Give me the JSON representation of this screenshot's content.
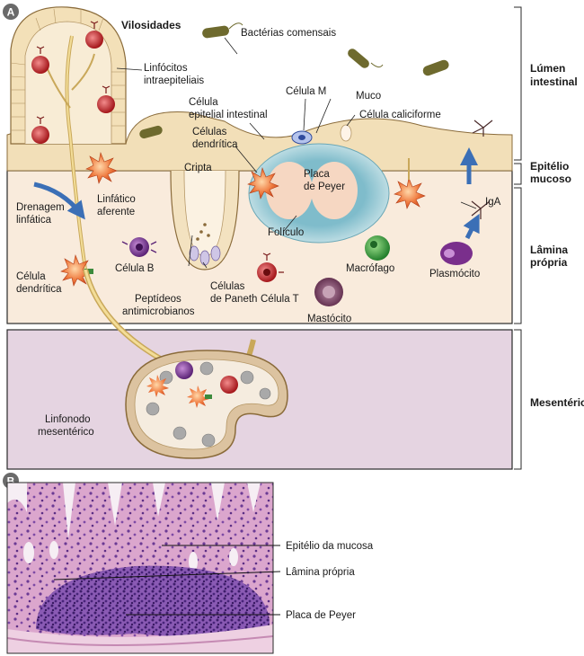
{
  "panel_a": {
    "tag": "A",
    "labels": {
      "villi": "Vilosidades",
      "commensal_bacteria": "Bactérias comensais",
      "intraepithelial_lymphocytes": [
        "Linfócitos",
        "intraepiteliais"
      ],
      "m_cell": "Célula M",
      "mucus": "Muco",
      "epithelial_cell": [
        "Célula",
        "epitelial intestinal"
      ],
      "goblet_cell": "Célula caliciforme",
      "dendritic_cell_top": [
        "Células",
        "dendrítica"
      ],
      "crypt": "Cripta",
      "peyers_patch": [
        "Placa",
        "de Peyer"
      ],
      "follicle": "Folículo",
      "lymph_drainage": [
        "Drenagem",
        "linfática"
      ],
      "afferent_lymphatic": [
        "Linfático",
        "aferente"
      ],
      "b_cell": "Célula B",
      "dendritic_cell_left": [
        "Célula",
        "dendrítica"
      ],
      "antimicrobial_peptides": [
        "Peptídeos",
        "antimicrobianos"
      ],
      "paneth_cells": [
        "Células",
        "de Paneth"
      ],
      "t_cell": "Célula T",
      "macrophage": "Macrófago",
      "plasma_cell": "Plasmócito",
      "iga": "IgA",
      "mast_cell": "Mastócito",
      "mesenteric_node": [
        "Linfonodo",
        "mesentérico"
      ]
    },
    "regions": {
      "lumen": [
        "Lúmen",
        "intestinal"
      ],
      "epithelium": [
        "Epitélio",
        "mucoso"
      ],
      "lamina_propria": [
        "Lâmina",
        "própria"
      ],
      "mesentery": "Mesentério"
    }
  },
  "panel_b": {
    "tag": "B",
    "labels": {
      "mucosal_epithelium": "Epitélio da mucosa",
      "lamina_propria": "Lâmina própria",
      "peyers_patch": "Placa de Peyer"
    }
  },
  "colors": {
    "lumen_bg": "#ffffff",
    "tissue": "#f7e8d5",
    "epithelium": "#f0dcae",
    "mesentery": "#e7d6e3",
    "peyer_outer": "#8fc4cf",
    "peyer_inner": "#f6d7c2",
    "arrow_blue": "#3b6fb6",
    "dendritic": "#e8643a",
    "b_cell": "#7d3c98",
    "t_cell": "#c0272d",
    "macrophage": "#2f9c3a",
    "plasma": "#6b2a7a",
    "mast": "#8a4b6b",
    "histo_bg": "#e3b3d4",
    "histo_dark": "#5a2e86"
  }
}
